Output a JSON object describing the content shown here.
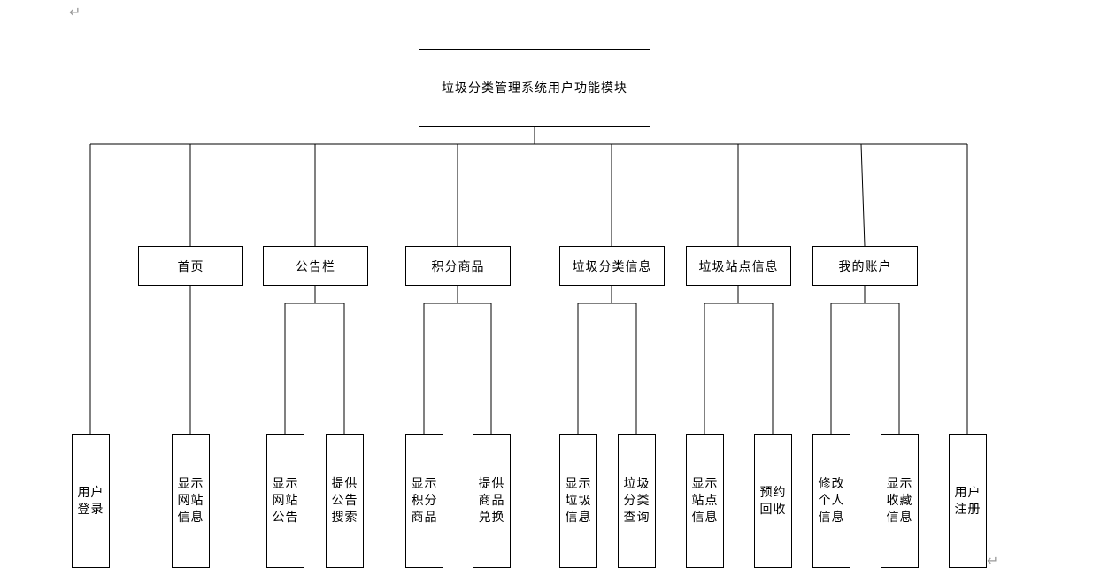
{
  "root": {
    "label": "垃圾分类管理系统用户功能模块"
  },
  "modules": [
    {
      "id": "login",
      "label": "用户\n登录"
    },
    {
      "id": "home",
      "label": "首页",
      "children": [
        "显示\n网站\n信息"
      ]
    },
    {
      "id": "notice",
      "label": "公告栏",
      "children": [
        "显示\n网站\n公告",
        "提供\n公告\n搜索"
      ]
    },
    {
      "id": "goods",
      "label": "积分商品",
      "children": [
        "显示\n积分\n商品",
        "提供\n商品\n兑换"
      ]
    },
    {
      "id": "category",
      "label": "垃圾分类信息",
      "children": [
        "显示\n垃圾\n信息",
        "垃圾\n分类\n查询"
      ]
    },
    {
      "id": "station",
      "label": "垃圾站点信息",
      "children": [
        "显示\n站点\n信息",
        "预约\n回收"
      ]
    },
    {
      "id": "account",
      "label": "我的账户",
      "children": [
        "修改\n个人\n信息",
        "显示\n收藏\n信息"
      ]
    },
    {
      "id": "register",
      "label": "用户\n注册"
    }
  ],
  "marks": {
    "return_symbol": "↵"
  }
}
